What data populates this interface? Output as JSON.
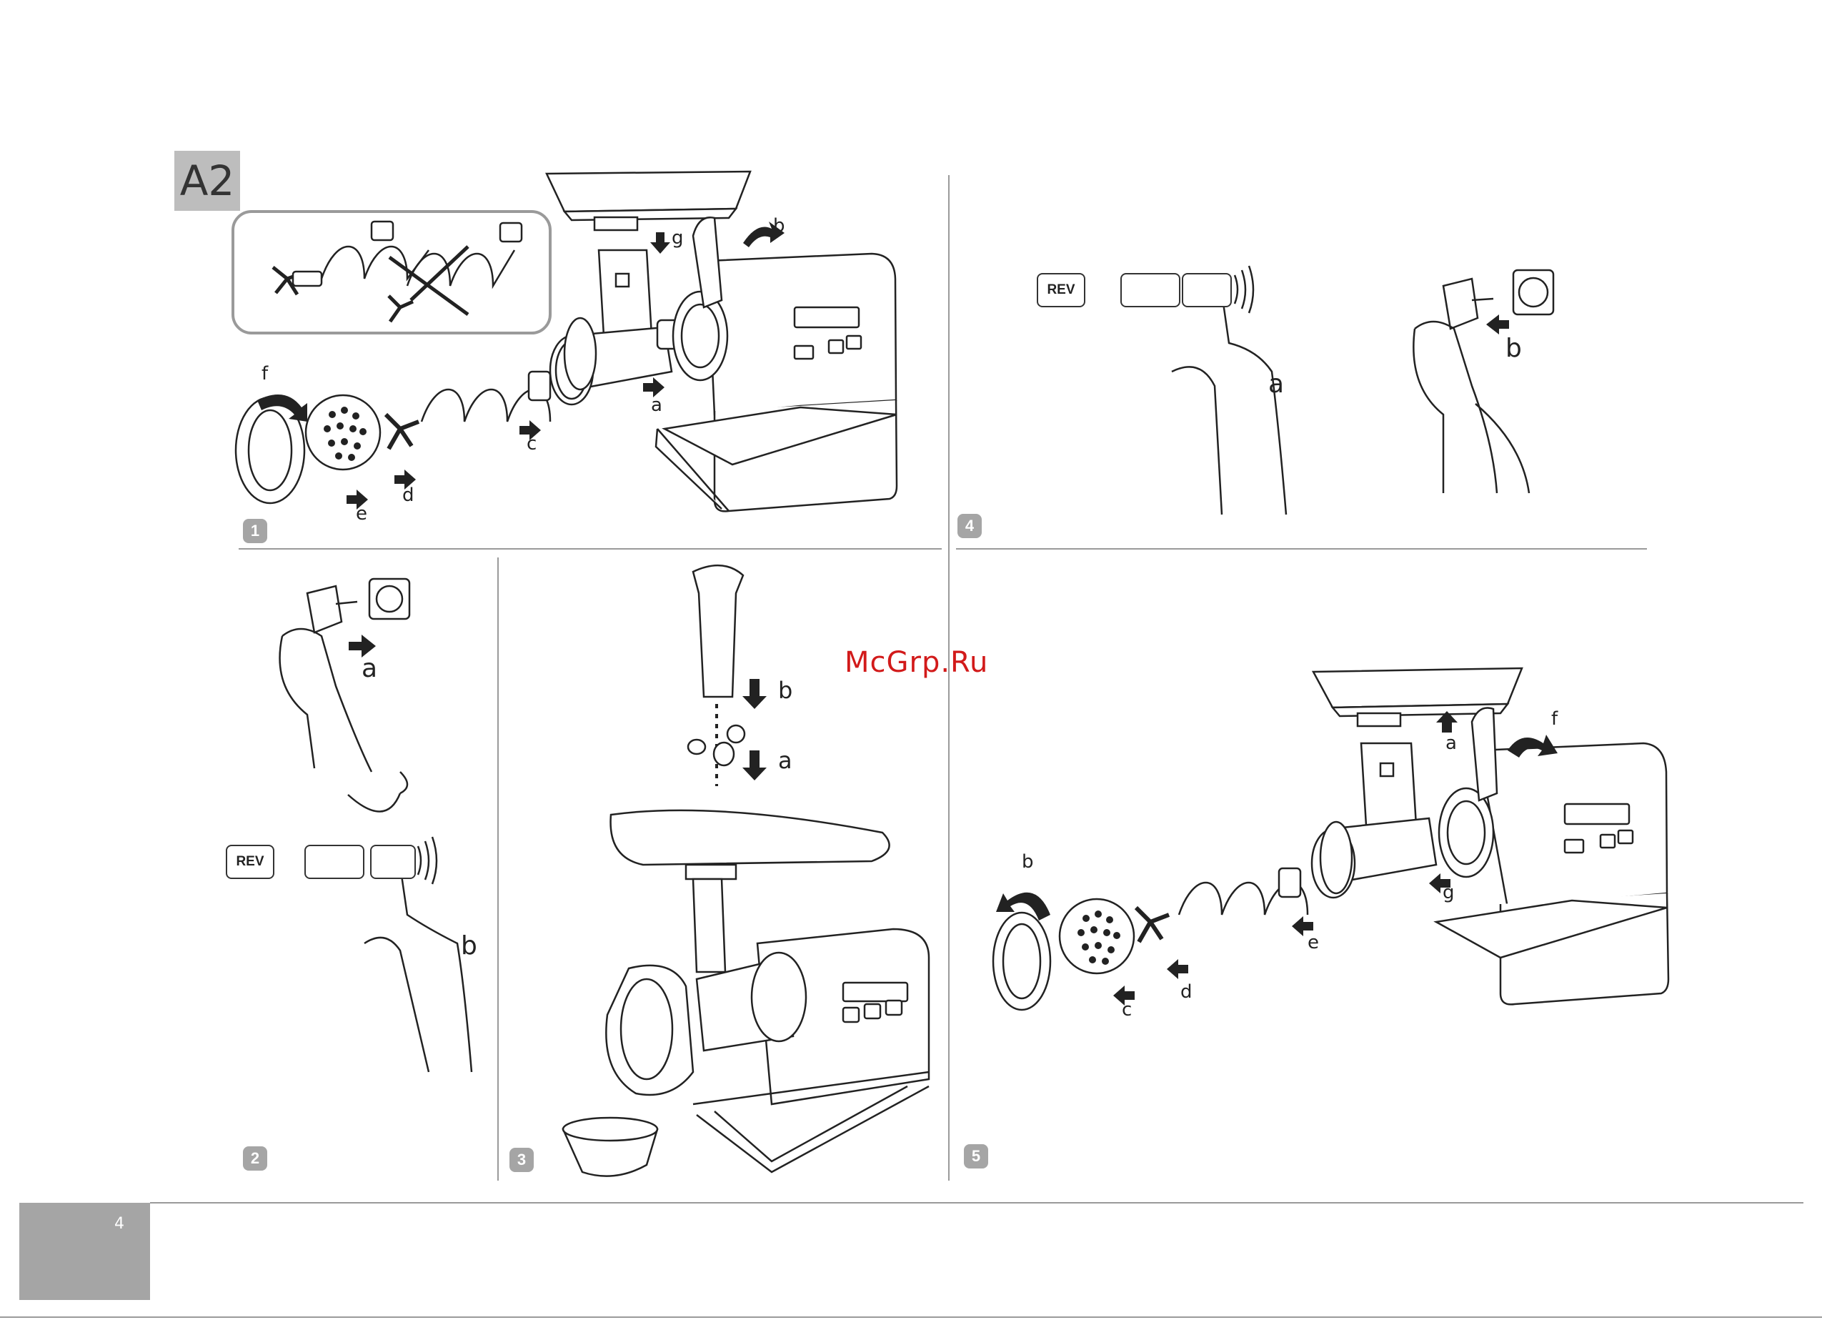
{
  "section": {
    "tag": "A2"
  },
  "steps": [
    {
      "number": "1",
      "labels": [
        "a",
        "b",
        "c",
        "d",
        "e",
        "f",
        "g"
      ]
    },
    {
      "number": "2",
      "labels": [
        "a",
        "b"
      ]
    },
    {
      "number": "3",
      "labels": [
        "a",
        "b"
      ]
    },
    {
      "number": "4",
      "labels": [
        "a",
        "b"
      ]
    },
    {
      "number": "5",
      "labels": [
        "a",
        "b",
        "c",
        "d",
        "e",
        "f",
        "g"
      ]
    }
  ],
  "control_panel": {
    "rev_label": "REV"
  },
  "watermark": "McGrp.Ru",
  "footer": {
    "page_number": "4"
  },
  "colors": {
    "tag_grey": "#bdbdbd",
    "badge_grey": "#a5a5a5",
    "watermark_red": "#d21a1a",
    "line": "#222222"
  },
  "icons": [
    "hand-pointer-icon",
    "plug-icon",
    "socket-icon",
    "power-icon",
    "target-icon",
    "meat-grinder-icon",
    "auger-icon",
    "blade-icon",
    "disc-icon",
    "ring-nut-icon",
    "tray-icon",
    "pusher-icon",
    "bowl-icon",
    "arrow-icon"
  ]
}
